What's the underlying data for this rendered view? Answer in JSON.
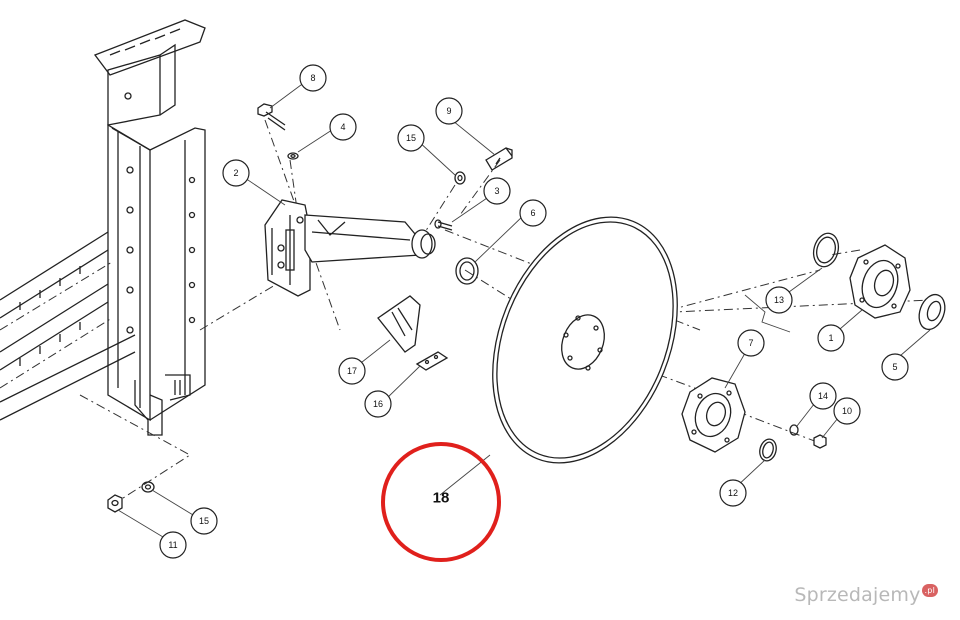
{
  "callouts": [
    {
      "id": "c1",
      "label": "1"
    },
    {
      "id": "c2",
      "label": "2"
    },
    {
      "id": "c3",
      "label": "3"
    },
    {
      "id": "c4",
      "label": "4"
    },
    {
      "id": "c5",
      "label": "5"
    },
    {
      "id": "c6",
      "label": "6"
    },
    {
      "id": "c7",
      "label": "7"
    },
    {
      "id": "c8",
      "label": "8"
    },
    {
      "id": "c9",
      "label": "9"
    },
    {
      "id": "c10",
      "label": "10"
    },
    {
      "id": "c11",
      "label": "11"
    },
    {
      "id": "c12",
      "label": "12"
    },
    {
      "id": "c13",
      "label": "13"
    },
    {
      "id": "c14",
      "label": "14"
    },
    {
      "id": "c15a",
      "label": "15"
    },
    {
      "id": "c15b",
      "label": "15"
    },
    {
      "id": "c16",
      "label": "16"
    },
    {
      "id": "c17",
      "label": "17"
    }
  ],
  "highlight": {
    "label": "18",
    "color": "#e0201c"
  },
  "watermark": {
    "text": "Sprzedajemy",
    "suffix": ".pl"
  }
}
